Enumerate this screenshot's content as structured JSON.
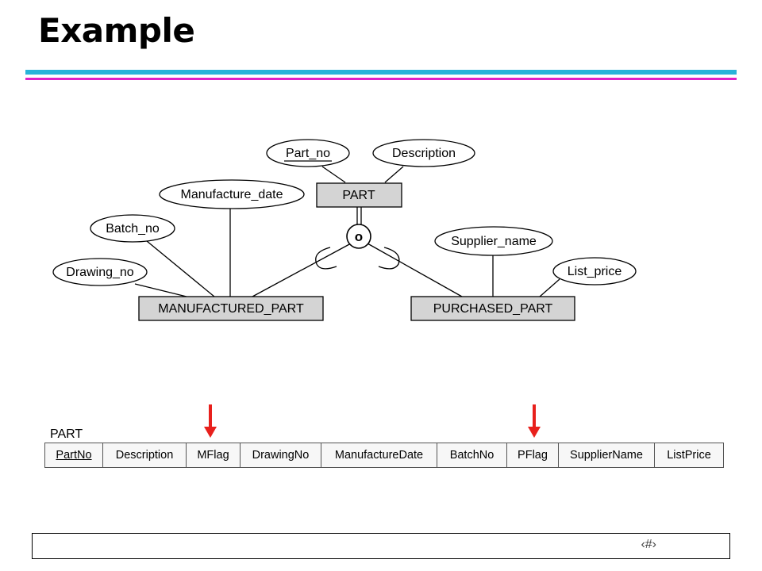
{
  "slide": {
    "title": "Example",
    "slide_number": "‹#›"
  },
  "er_diagram": {
    "superclass": "PART",
    "superclass_attributes": [
      "Part_no",
      "Description"
    ],
    "key_attribute": "Part_no",
    "specialization_symbol": "o",
    "subclasses": [
      {
        "name": "MANUFACTURED_PART",
        "attributes": [
          "Manufacture_date",
          "Batch_no",
          "Drawing_no"
        ]
      },
      {
        "name": "PURCHASED_PART",
        "attributes": [
          "Supplier_name",
          "List_price"
        ]
      }
    ]
  },
  "relation": {
    "caption": "PART",
    "columns": [
      "PartNo",
      "Description",
      "MFlag",
      "DrawingNo",
      "ManufactureDate",
      "BatchNo",
      "PFlag",
      "SupplierName",
      "ListPrice"
    ],
    "primary_key": "PartNo",
    "highlighted_columns": [
      "MFlag",
      "PFlag"
    ],
    "highlight_color": "#e8201c"
  }
}
